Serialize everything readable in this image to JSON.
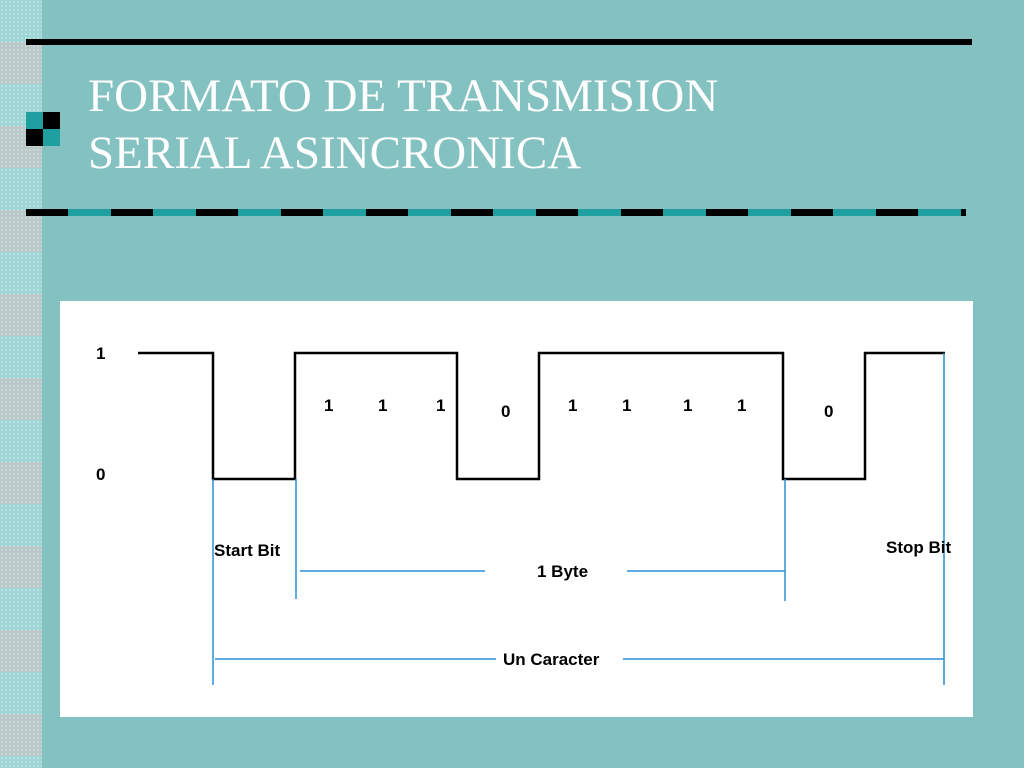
{
  "slide": {
    "title_lines": [
      "FORMATO DE TRANSMISION",
      "SERIAL ASINCRONICA"
    ]
  },
  "colors": {
    "background": "#84c1c1",
    "title_text": "#ffffff",
    "signal_line": "#000000",
    "marker_line": "#2a8fd6",
    "accent": "#1f9f9f"
  },
  "diagram": {
    "level_high_label": "1",
    "level_low_label": "0",
    "bits": [
      {
        "value": "1",
        "label": "1"
      },
      {
        "value": "1",
        "label": "1"
      },
      {
        "value": "1",
        "label": "1"
      },
      {
        "value": "0",
        "label": "0"
      },
      {
        "value": "1",
        "label": "1"
      },
      {
        "value": "1",
        "label": "1"
      },
      {
        "value": "1",
        "label": "1"
      },
      {
        "value": "1",
        "label": "1"
      },
      {
        "value": "0",
        "label": "0"
      }
    ],
    "start_bit_label": "Start Bit",
    "stop_bit_label": "Stop Bit",
    "byte_label": "1 Byte",
    "character_label": "Un Caracter"
  }
}
